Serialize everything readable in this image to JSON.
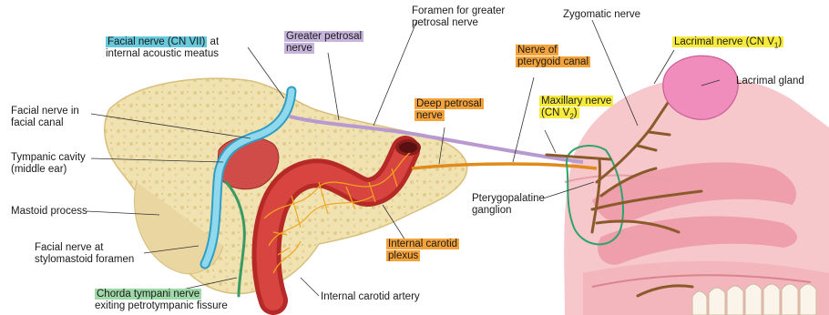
{
  "labels": {
    "facial_cn7_hl": "Facial nerve (CN VII)",
    "facial_cn7_rest": " at",
    "facial_cn7_line2": "internal acoustic meatus",
    "greater_petrosal_1": "Greater petrosal",
    "greater_petrosal_2": "nerve",
    "foramen_1": "Foramen for greater",
    "foramen_2": "petrosal nerve",
    "zygomatic": "Zygomatic nerve",
    "lacrimal_nerve_main": "Lacrimal nerve (CN V",
    "lacrimal_nerve_sub": "1",
    "lacrimal_nerve_close": ")",
    "lacrimal_gland": "Lacrimal gland",
    "nerve_pterygoid_1": "Nerve of",
    "nerve_pterygoid_2": "pterygoid canal",
    "maxillary_1": "Maxillary nerve",
    "maxillary_2_main": "(CN V",
    "maxillary_2_sub": "2",
    "maxillary_2_close": ")",
    "deep_petrosal_1": "Deep petrosal",
    "deep_petrosal_2": "nerve",
    "facial_canal_1": "Facial nerve in",
    "facial_canal_2": "facial canal",
    "tympanic_1": "Tympanic cavity",
    "tympanic_2": "(middle ear)",
    "mastoid": "Mastoid process",
    "stylomastoid_1": "Facial nerve at",
    "stylomastoid_2": "stylomastoid foramen",
    "chorda_hl": "Chorda tympani nerve",
    "chorda_2": "exiting petrotympanic fissure",
    "pterygopalatine_1": "Pterygopalatine",
    "pterygopalatine_2": "ganglion",
    "int_carotid_plexus_1": "Internal carotid",
    "int_carotid_plexus_2": "plexus",
    "int_carotid_artery": "Internal carotid artery"
  },
  "colors": {
    "cyan_highlight": "#66c9dc",
    "lavender_highlight": "#c7b4dc",
    "orange_highlight": "#f4a23a",
    "yellow_highlight": "#f6ea3c",
    "green_highlight": "#9fd9a8",
    "bone": "#f1e2b2",
    "artery": "#c8312f",
    "facial_nerve": "#7fd0ea",
    "parasympathetic_nerve": "#b89ad0",
    "sympathetic_nerve": "#e08a1c",
    "trigeminal_branch": "#8b5a2b",
    "soft_tissue": "#f4bcc2",
    "lacrimal_gland": "#f08dbd"
  },
  "icons": [
    "temporal-bone",
    "internal-carotid-artery",
    "tympanic-cavity",
    "pterygopalatine-ganglion",
    "lacrimal-gland",
    "nasal-cavity",
    "teeth"
  ]
}
